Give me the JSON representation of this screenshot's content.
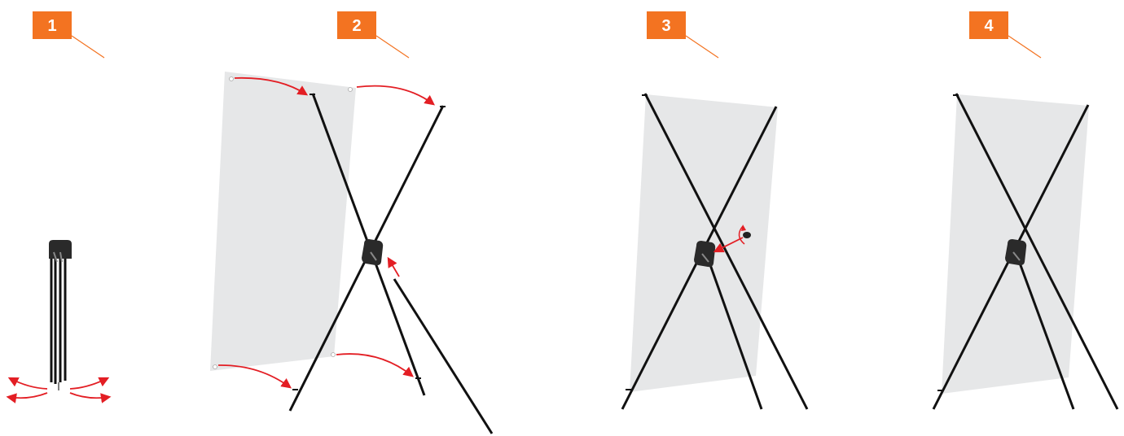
{
  "steps": [
    {
      "number": "1"
    },
    {
      "number": "2"
    },
    {
      "number": "3"
    },
    {
      "number": "4"
    }
  ],
  "colors": {
    "badge": "#f37321",
    "leader_line": "#f37321",
    "banner": "#e6e7e8",
    "frame": "#111111",
    "hub": "#2a2a2a",
    "arrow": "#e31e24"
  },
  "icons": {
    "hub": "connector-hub-icon",
    "arrow": "red-arrow-icon",
    "rotate": "rotate-knob-icon"
  }
}
